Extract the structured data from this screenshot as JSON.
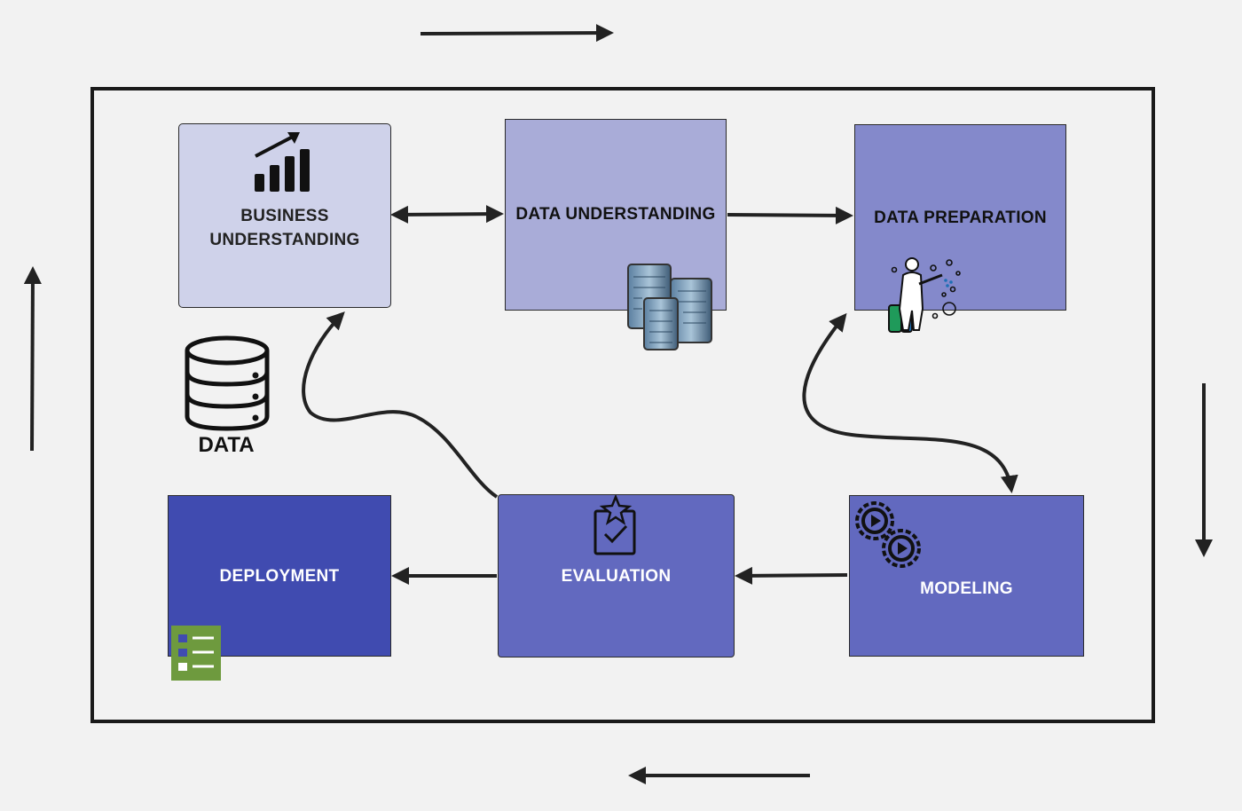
{
  "stages": {
    "business_understanding": "BUSINESS UNDERSTANDING",
    "data_understanding": "DATA UNDERSTANDING",
    "data_preparation": "DATA PREPARATION",
    "modeling": "MODELING",
    "evaluation": "EVALUATION",
    "deployment": "DEPLOYMENT"
  },
  "data_label": "DATA",
  "icons": {
    "business": "bar-chart-growth-icon",
    "data_understanding": "server-buildings-icon",
    "data_preparation": "hazmat-sprayer-icon",
    "modeling": "gears-play-icon",
    "evaluation": "clipboard-star-icon",
    "deployment": "checklist-icon",
    "data": "database-icon"
  },
  "colors": {
    "business_understanding": "#cfd2ea",
    "data_understanding": "#a9acd8",
    "data_preparation": "#8489cb",
    "modeling": "#6269bf",
    "evaluation": "#6269bf",
    "deployment": "#404bb0",
    "background": "#f2f2f2"
  }
}
